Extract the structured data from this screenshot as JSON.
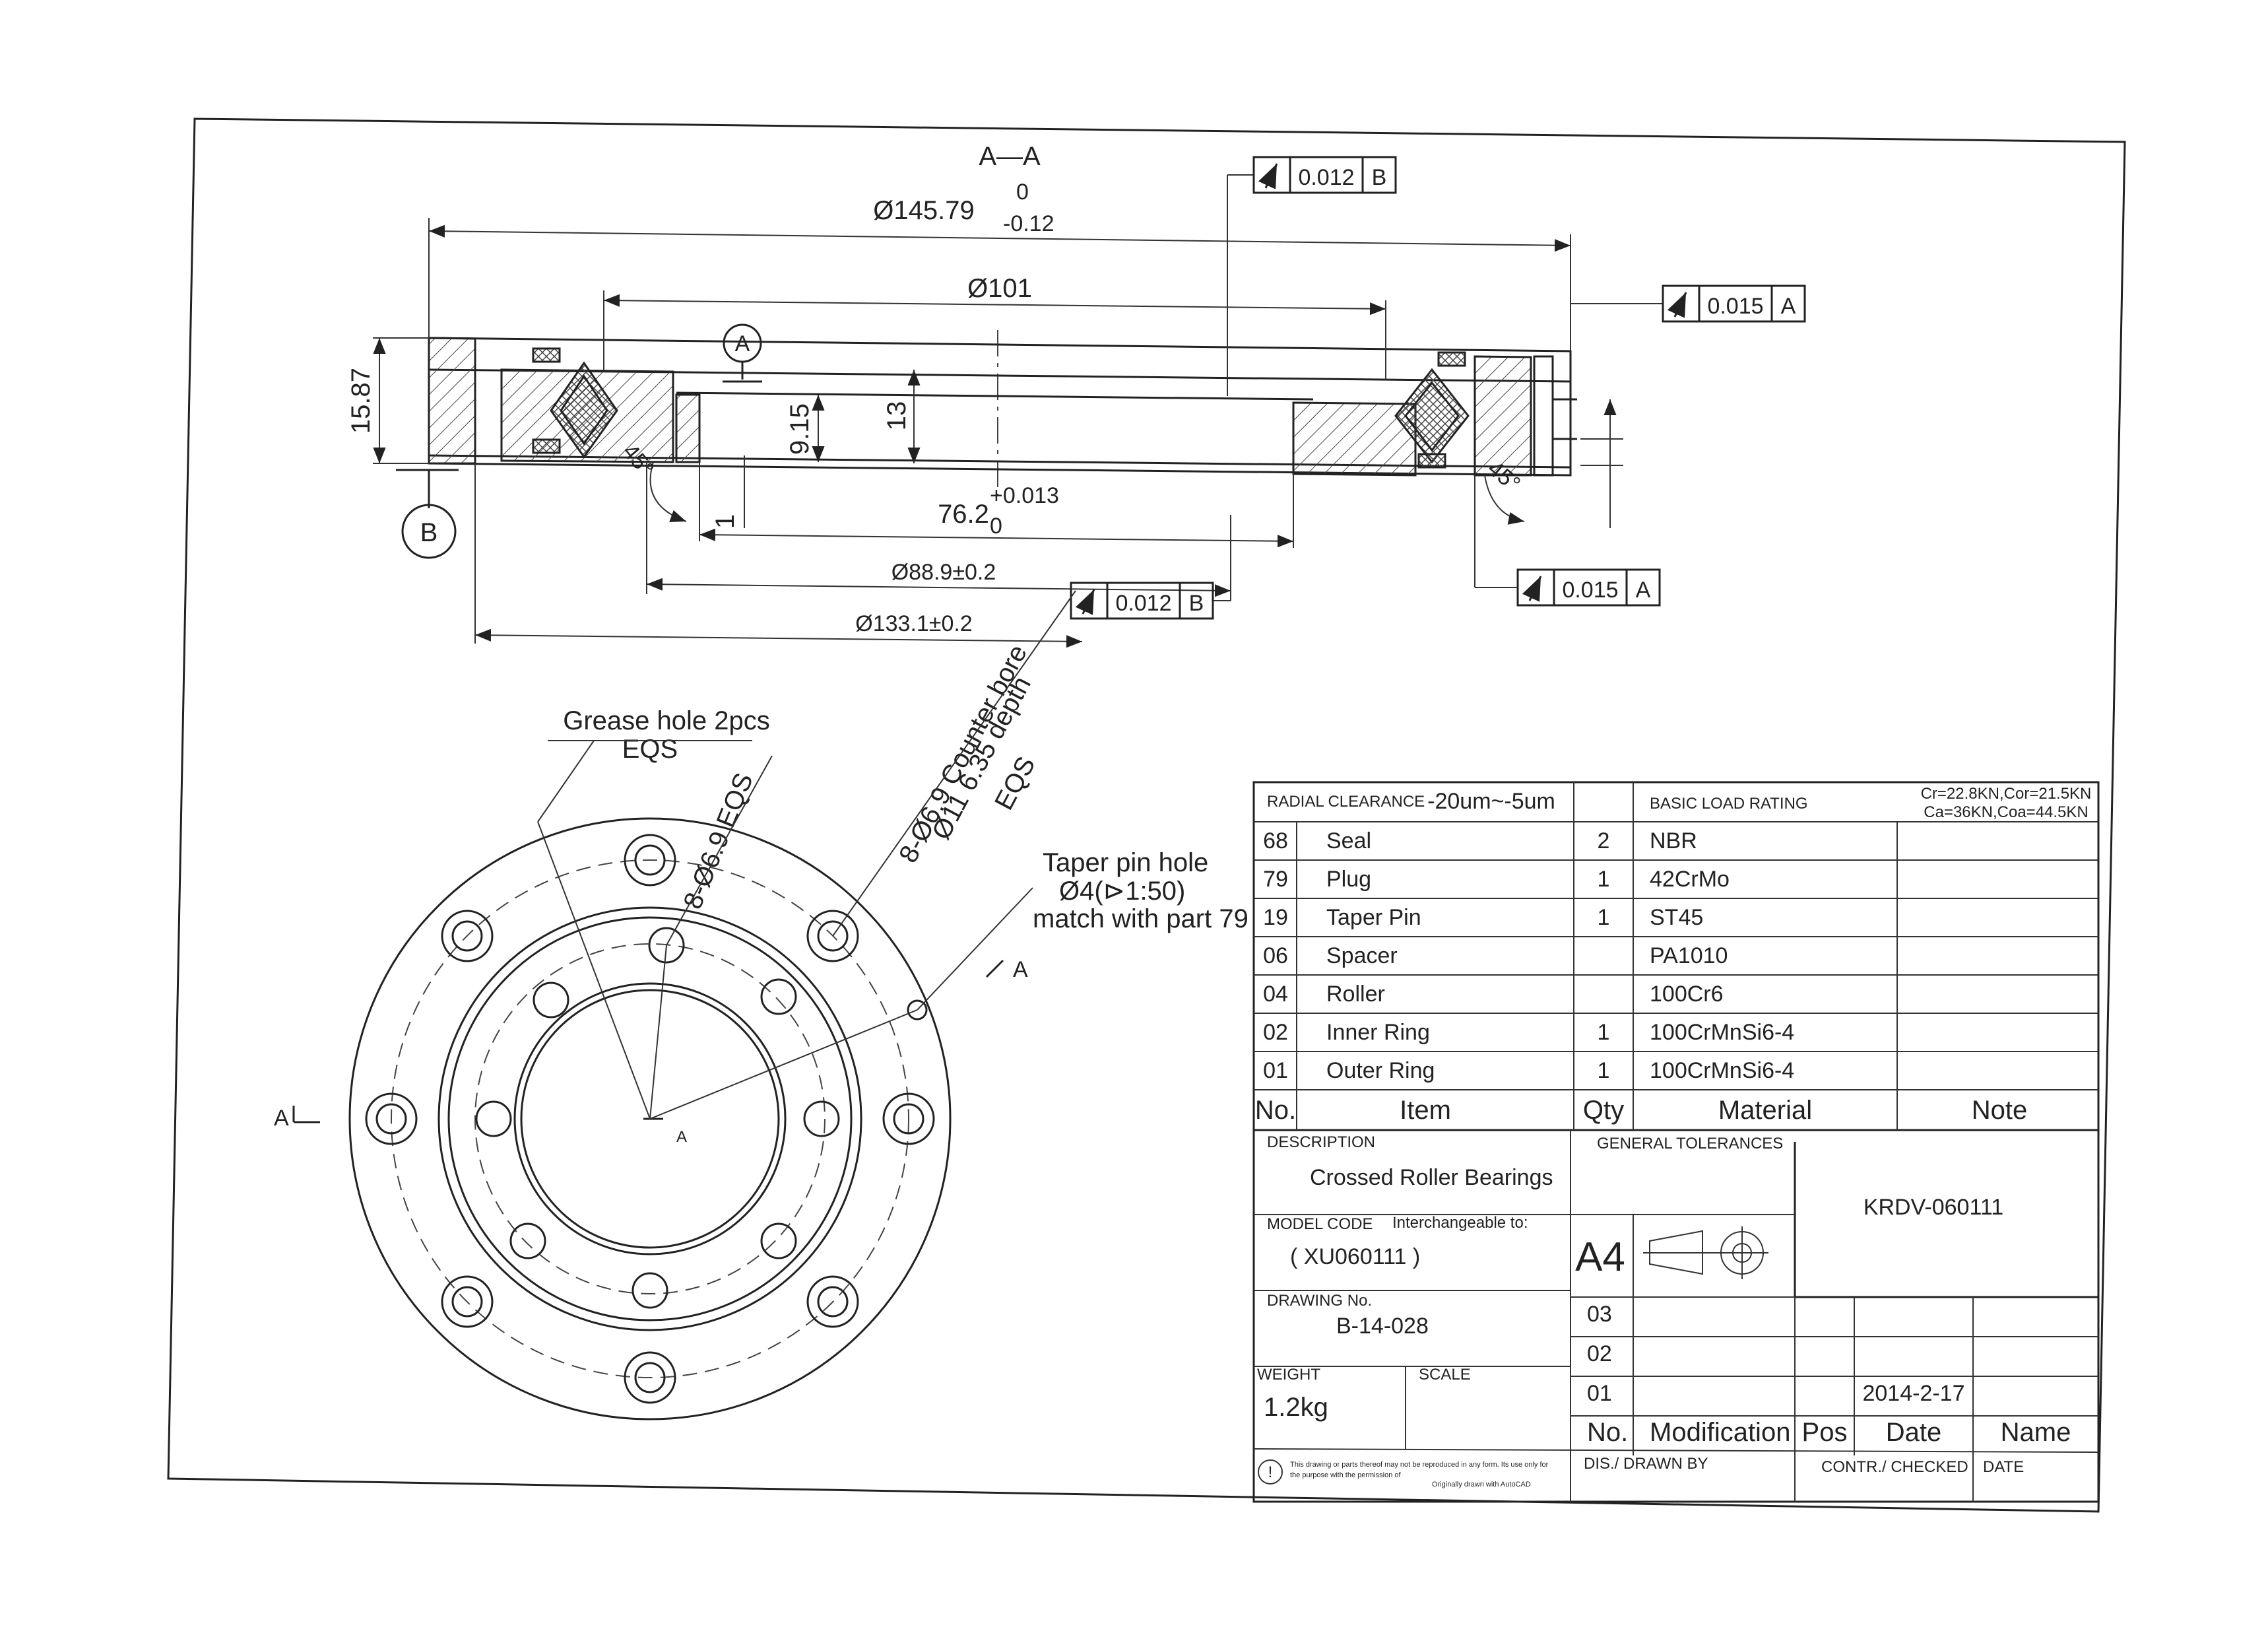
{
  "section_view": {
    "title": "A—A",
    "dims": {
      "d_outer_main": "Ø145.79",
      "d_outer_upper": "0",
      "d_outer_lower": "-0.12",
      "d_101": "Ø101",
      "d_bore_main": "76.2",
      "d_bore_upper": "+0.013",
      "d_bore_lower": "0",
      "d_889": "Ø88.9±0.2",
      "d_1331": "Ø133.1±0.2",
      "h_total": "15.87",
      "h_13": "13",
      "h_915": "9.15",
      "h_1": "1",
      "angle_left": "45°",
      "angle_right": "45°"
    },
    "datums": {
      "a": "A",
      "b": "B"
    },
    "gdt": [
      {
        "tol": "0.012",
        "ref": "B"
      },
      {
        "tol": "0.015",
        "ref": "A"
      },
      {
        "tol": "0.015",
        "ref": "A"
      },
      {
        "tol": "0.012",
        "ref": "B"
      }
    ]
  },
  "plan_view": {
    "grease_note": "Grease hole 2pcs",
    "grease_eqs": "EQS",
    "inner_holes": "8-Ø6.9 EQS",
    "counterbore_1": "8-Ø6.9 Counter bore",
    "counterbore_2": "Ø11 6.35 depth",
    "counterbore_3": "EQS",
    "taper_1": "Taper pin hole",
    "taper_2": "Ø4(⊳1:50)",
    "taper_3": "match with part 79",
    "section_mark": "A",
    "center_mark": "A"
  },
  "title_block": {
    "radial_clearance_label": "RADIAL CLEARANCE",
    "radial_clearance_value": "-20um~-5um",
    "basic_load_label": "BASIC LOAD RATING",
    "load_values_1": "Cr=22.8KN,Cor=21.5KN",
    "load_values_2": "Ca=36KN,Coa=44.5KN",
    "parts": [
      {
        "no": "68",
        "item": "Seal",
        "qty": "2",
        "material": "NBR"
      },
      {
        "no": "79",
        "item": "Plug",
        "qty": "1",
        "material": "42CrMo"
      },
      {
        "no": "19",
        "item": "Taper Pin",
        "qty": "1",
        "material": "ST45"
      },
      {
        "no": "06",
        "item": "Spacer",
        "qty": "",
        "material": "PA1010"
      },
      {
        "no": "04",
        "item": "Roller",
        "qty": "",
        "material": "100Cr6"
      },
      {
        "no": "02",
        "item": "Inner Ring",
        "qty": "1",
        "material": "100CrMnSi6-4"
      },
      {
        "no": "01",
        "item": "Outer Ring",
        "qty": "1",
        "material": "100CrMnSi6-4"
      }
    ],
    "headers": {
      "no": "No.",
      "item": "Item",
      "qty": "Qty",
      "material": "Material",
      "note": "Note"
    },
    "description_label": "DESCRIPTION",
    "description_value": "Crossed Roller Bearings",
    "general_tol_label": "GENERAL TOLERANCES",
    "drawing_code": "KRDV-060111",
    "model_code_label": "MODEL CODE",
    "interchangeable_label": "Interchangeable to:",
    "model_code_value": "( XU060111 )",
    "sheet_size": "A4",
    "drawing_no_label": "DRAWING No.",
    "drawing_no_value": "B-14-028",
    "weight_label": "WEIGHT",
    "weight_value": "1.2kg",
    "scale_label": "SCALE",
    "rev_rows": [
      "03",
      "02",
      "01"
    ],
    "rev_date": "2014-2-17",
    "rev_headers": {
      "no": "No.",
      "mod": "Modification",
      "pos": "Pos",
      "date": "Date",
      "name": "Name"
    },
    "drawn_by": "DIS./ DRAWN BY",
    "checked_by": "CONTR./ CHECKED",
    "date_label": "DATE",
    "copyright_1": "This drawing or parts thereof may not be reproduced in any form. Its use only for",
    "copyright_2": "the purpose with the permission of",
    "copyright_3": "Originally drawn with AutoCAD"
  },
  "colors": {
    "ink": "#222222",
    "paper": "#ffffff"
  }
}
